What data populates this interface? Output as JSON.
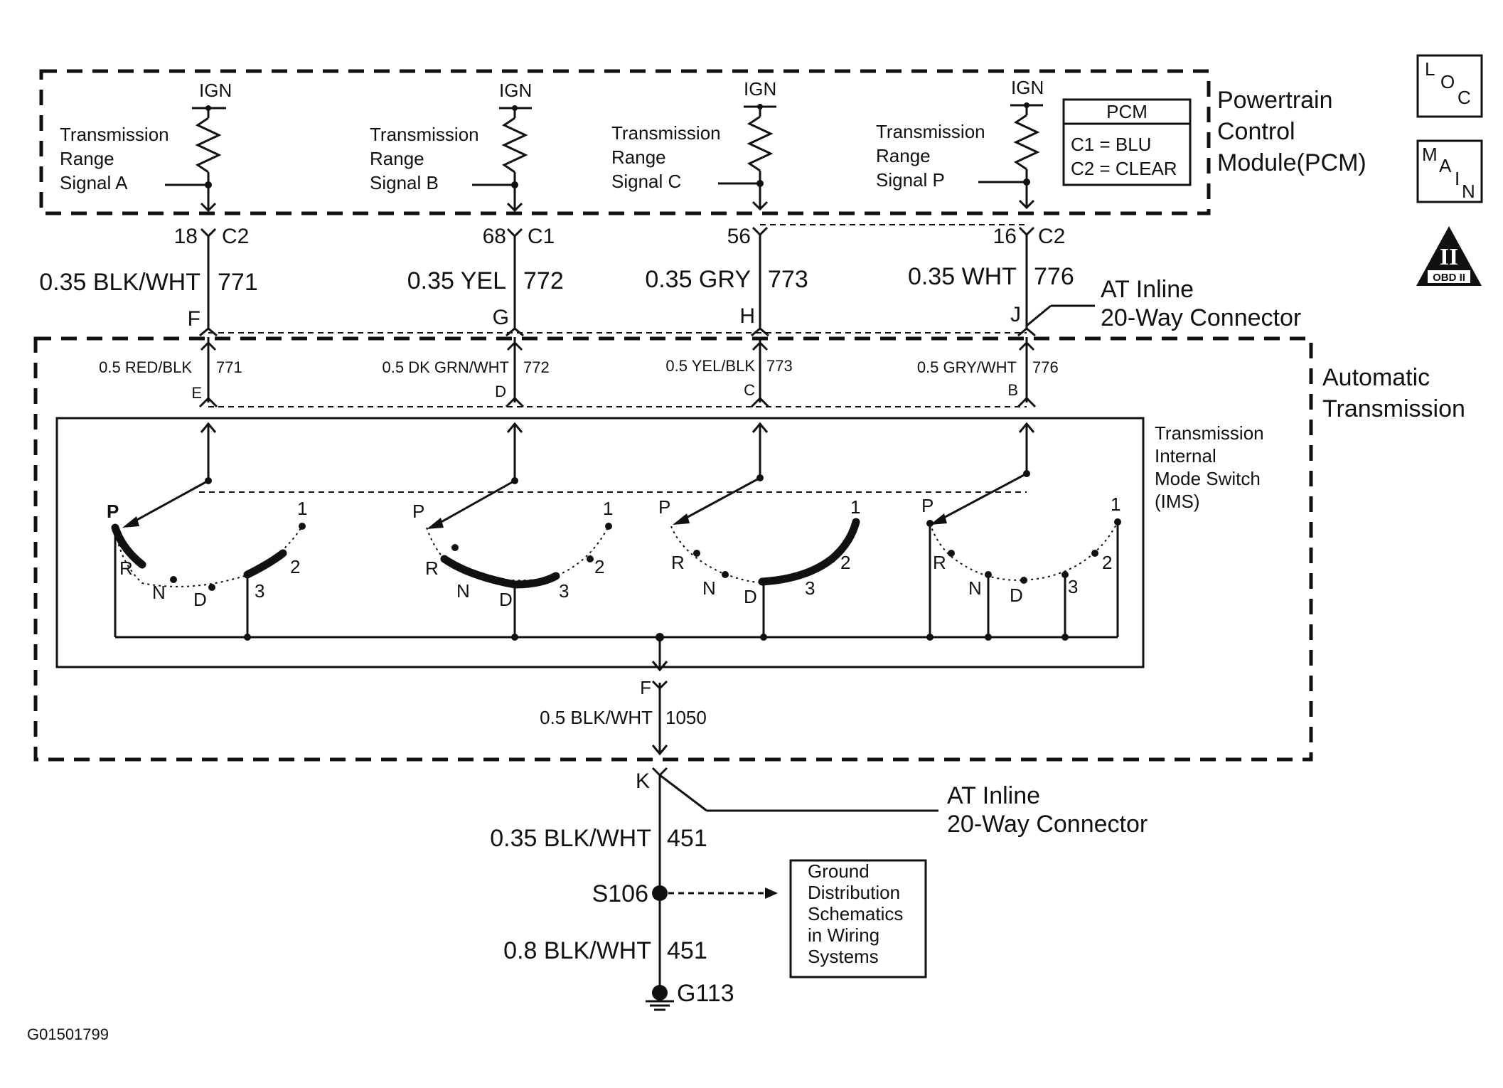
{
  "pcm": {
    "title": [
      "Powertrain",
      "Control",
      "Module(PCM)"
    ],
    "ign": "IGN",
    "legend_title": "PCM",
    "legend_lines": [
      "C1 = BLU",
      "C2 = CLEAR"
    ],
    "signals": [
      {
        "lines": [
          "Transmission",
          "Range",
          "Signal A"
        ]
      },
      {
        "lines": [
          "Transmission",
          "Range",
          "Signal B"
        ]
      },
      {
        "lines": [
          "Transmission",
          "Range",
          "Signal C"
        ]
      },
      {
        "lines": [
          "Transmission",
          "Range",
          "Signal P"
        ]
      }
    ]
  },
  "circuits": [
    {
      "pin": "18",
      "conn": "C2",
      "wire": "0.35 BLK/WHT",
      "num": "771",
      "inline": "F",
      "trans_wire": "0.5 RED/BLK",
      "trans_num": "771",
      "trans_pin": "E"
    },
    {
      "pin": "68",
      "conn": "C1",
      "wire": "0.35 YEL",
      "num": "772",
      "inline": "G",
      "trans_wire": "0.5 DK GRN/WHT",
      "trans_num": "772",
      "trans_pin": "D"
    },
    {
      "pin": "56",
      "conn": "",
      "wire": "0.35 GRY",
      "num": "773",
      "inline": "H",
      "trans_wire": "0.5 YEL/BLK",
      "trans_num": "773",
      "trans_pin": "C"
    },
    {
      "pin": "16",
      "conn": "C2",
      "wire": "0.35 WHT",
      "num": "776",
      "inline": "J",
      "trans_wire": "0.5 GRY/WHT",
      "trans_num": "776",
      "trans_pin": "B"
    }
  ],
  "connector_label": [
    "AT Inline",
    "20-Way Connector"
  ],
  "transmission": {
    "title": [
      "Automatic",
      "Transmission"
    ]
  },
  "ims": {
    "title": [
      "Transmission",
      "Internal",
      "Mode Switch",
      "(IMS)"
    ],
    "positions": [
      "P",
      "R",
      "N",
      "D",
      "3",
      "2",
      "1"
    ]
  },
  "ground_path": {
    "ims_pin": "F",
    "ims_wire": "0.5 BLK/WHT",
    "ims_num": "1050",
    "inline_pin": "K",
    "wire1": "0.35 BLK/WHT",
    "num1": "451",
    "splice": "S106",
    "wire2": "0.8 BLK/WHT",
    "num2": "451",
    "ground": "G113"
  },
  "ground_reference": [
    "Ground",
    "Distribution",
    "Schematics",
    "in Wiring",
    "Systems"
  ],
  "icons": {
    "loc": {
      "letters": [
        "L",
        "O",
        "C"
      ]
    },
    "main": {
      "letters": [
        "M",
        "A",
        "I",
        "N"
      ]
    },
    "obd": {
      "roman": "II",
      "label": "OBD II"
    }
  },
  "figure_id": "G01501799"
}
